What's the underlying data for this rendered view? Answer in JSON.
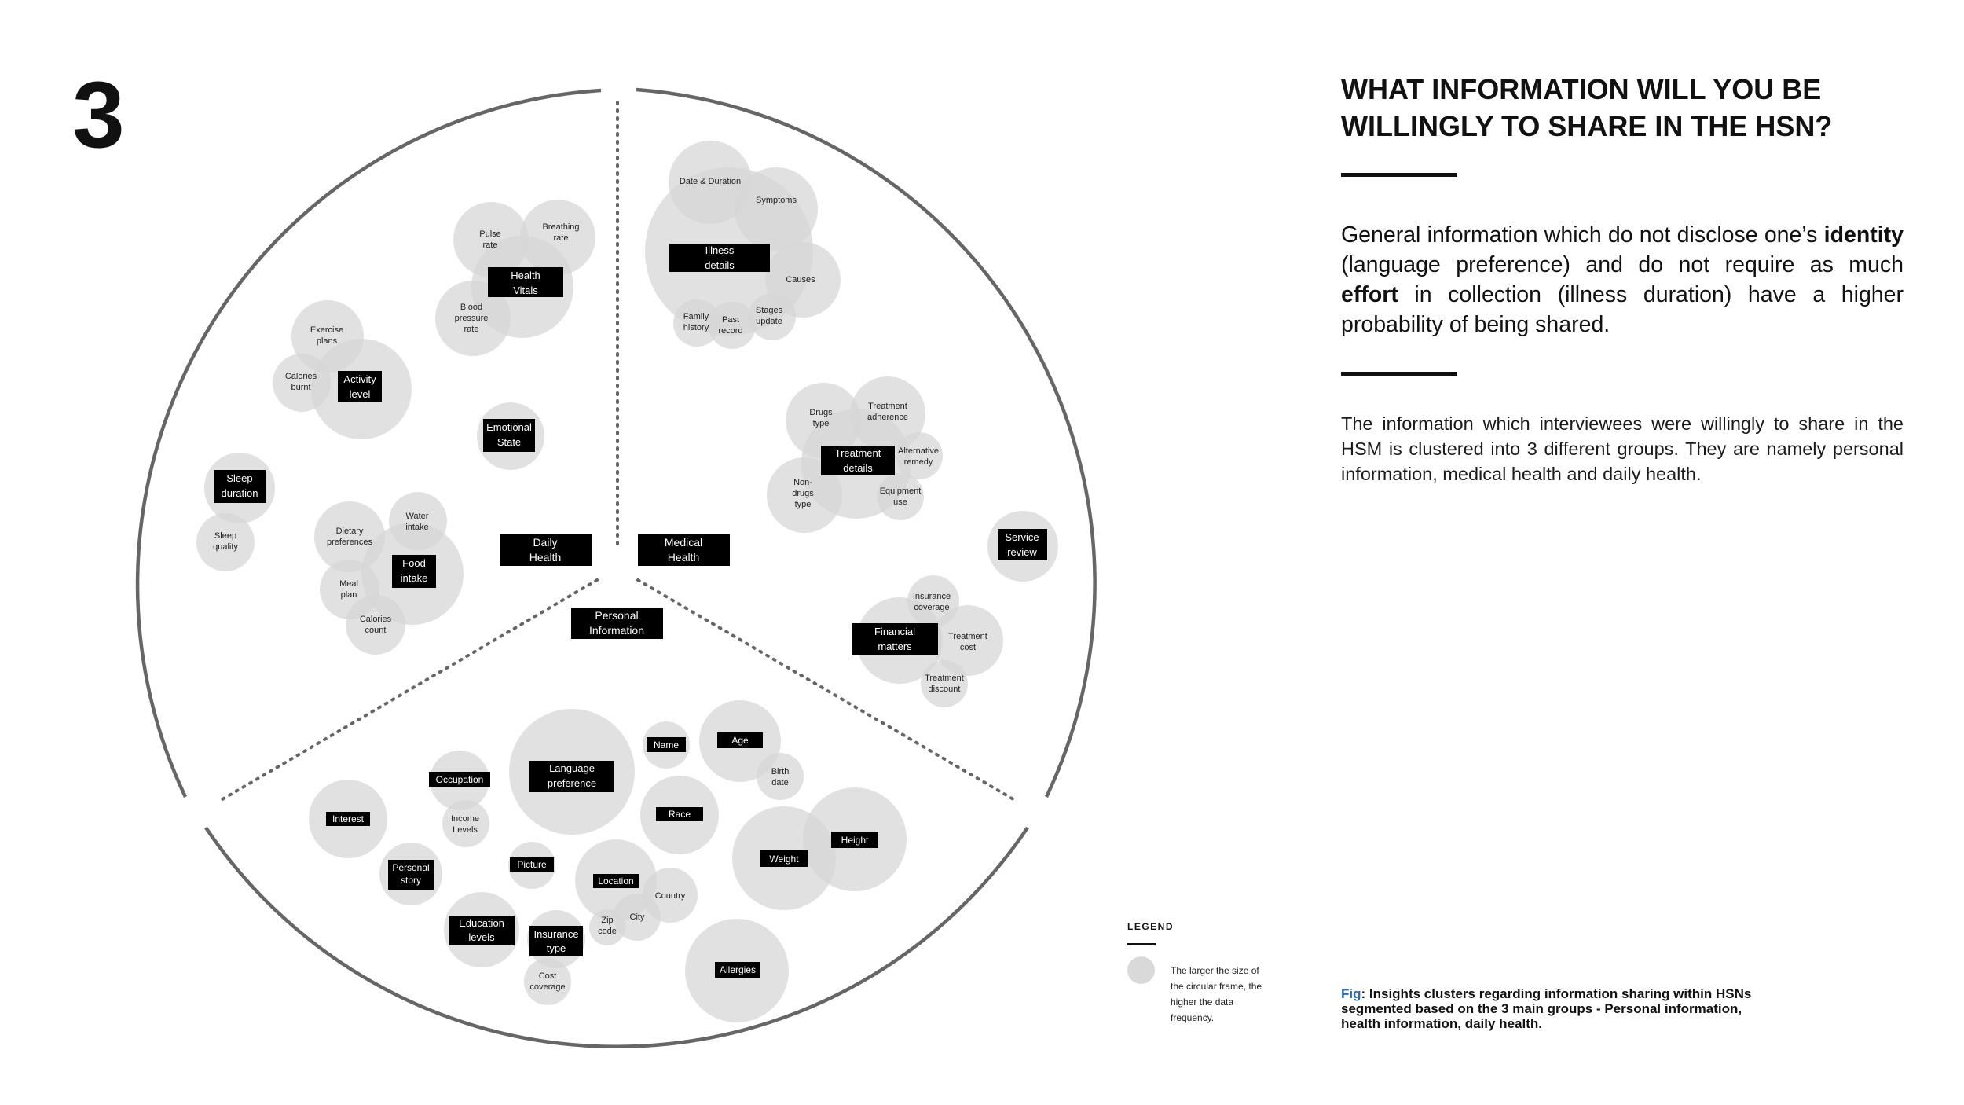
{
  "page_number": "3",
  "heading": {
    "title_line1": "WHAT INFORMATION WILL YOU BE",
    "title_line2": "WILLINGLY TO SHARE IN THE HSN?"
  },
  "lead": {
    "p1": "General information which do not disclose one’s ",
    "b1": "identity",
    "p2": " (language preference) and do not require as much ",
    "b2": "effort",
    "p3": " in collection  (illness duration) have a higher probability of being shared."
  },
  "body_text": "The information which interviewees were willingly to share in the HSM is clustered into 3 different groups. They are namely personal information, medical health and daily health.",
  "legend": {
    "title": "LEGEND",
    "text": "The larger the size of the circular frame, the higher the data frequency.",
    "bubble_color": "#d9d9d9"
  },
  "caption": {
    "fig": "Fig",
    "text": ": Insights clusters regarding information sharing within HSNs segmented based on the 3 main groups - Personal information, health information, daily health."
  },
  "colors": {
    "bubble": "#d6d6d6",
    "label_bg": "#000000",
    "label_text": "#ffffff",
    "outline": "#666666"
  },
  "groups": {
    "daily_health": [
      "Daily",
      "Health"
    ],
    "medical_health": [
      "Medical",
      "Health"
    ],
    "personal_information": [
      "Personal",
      "Information"
    ]
  },
  "bubbles": {
    "pulse_rate": [
      "Pulse",
      "rate"
    ],
    "breathing_rate": [
      "Breathing",
      "rate"
    ],
    "blood_pressure_rate": [
      "Blood",
      "pressure",
      "rate"
    ],
    "health_vitals": [
      "Health",
      "Vitals"
    ],
    "exercise_plans": [
      "Exercise",
      "plans"
    ],
    "calories_burnt": [
      "Calories",
      "burnt"
    ],
    "activity_level": [
      "Activity",
      "level"
    ],
    "emotional_state": [
      "Emotional",
      "State"
    ],
    "sleep_duration": [
      "Sleep",
      "duration"
    ],
    "sleep_quality": [
      "Sleep",
      "quality"
    ],
    "water_intake": [
      "Water",
      "intake"
    ],
    "dietary_preferences": [
      "Dietary",
      "preferences"
    ],
    "food_intake": [
      "Food",
      "intake"
    ],
    "meal_plan": [
      "Meal",
      "plan"
    ],
    "calories_count": [
      "Calories",
      "count"
    ],
    "date_duration": [
      "Date & Duration"
    ],
    "symptoms": [
      "Symptoms"
    ],
    "illness_details": [
      "Illness",
      "details"
    ],
    "causes": [
      "Causes"
    ],
    "family_history": [
      "Family",
      "history"
    ],
    "past_record": [
      "Past",
      "record"
    ],
    "stages_update": [
      "Stages",
      "update"
    ],
    "drugs_type": [
      "Drugs",
      "type"
    ],
    "treatment_adherence": [
      "Treatment",
      "adherence"
    ],
    "treatment_details": [
      "Treatment",
      "details"
    ],
    "alternative_remedy": [
      "Alternative",
      "remedy"
    ],
    "non_drugs_type": [
      "Non-",
      "drugs",
      "type"
    ],
    "equipment_use": [
      "Equipment",
      "use"
    ],
    "service_review": [
      "Service",
      "review"
    ],
    "insurance_coverage": [
      "Insurance",
      "coverage"
    ],
    "financial_matters": [
      "Financial",
      "matters"
    ],
    "treatment_cost": [
      "Treatment",
      "cost"
    ],
    "treatment_discount": [
      "Treatment",
      "discount"
    ],
    "language_preference": [
      "Language",
      "preference"
    ],
    "name": [
      "Name"
    ],
    "age": [
      "Age"
    ],
    "birth_date": [
      "Birth",
      "date"
    ],
    "occupation": [
      "Occupation"
    ],
    "income_levels": [
      "Income",
      "Levels"
    ],
    "interest": [
      "Interest"
    ],
    "race": [
      "Race"
    ],
    "weight": [
      "Weight"
    ],
    "height": [
      "Height"
    ],
    "picture": [
      "Picture"
    ],
    "personal_story": [
      "Personal",
      "story"
    ],
    "location": [
      "Location"
    ],
    "country": [
      "Country"
    ],
    "city": [
      "City"
    ],
    "zip_code": [
      "Zip",
      "code"
    ],
    "education_levels": [
      "Education",
      "levels"
    ],
    "insurance_type": [
      "Insurance",
      "type"
    ],
    "cost_coverage": [
      "Cost",
      "coverage"
    ],
    "allergies": [
      "Allergies"
    ]
  }
}
